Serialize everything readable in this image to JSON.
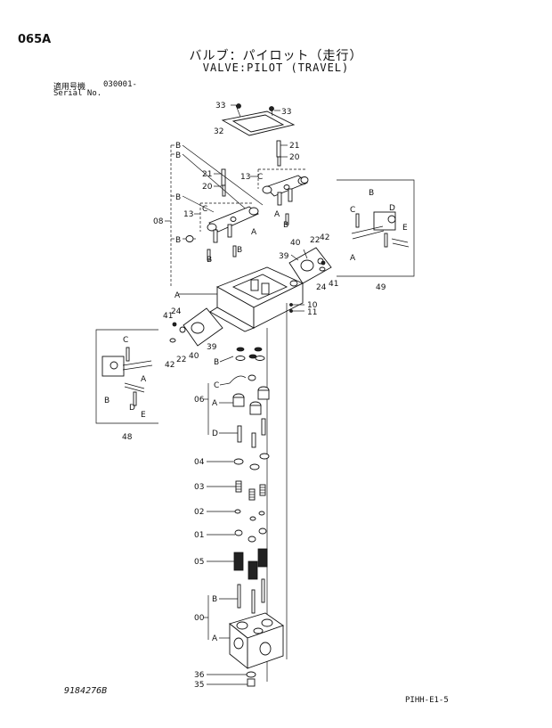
{
  "header": {
    "page_code": "065A",
    "title_jp": "バルブ：パイロット（走行）",
    "title_en": "VALVE:PILOT (TRAVEL)",
    "serial_label_jp": "適用号機",
    "serial_value": "030001-",
    "serial_label_en": "Serial No."
  },
  "callouts": {
    "p00": "00",
    "p01": "01",
    "p02": "02",
    "p03": "03",
    "p04": "04",
    "p05": "05",
    "p06": "06",
    "p08": "08",
    "p10": "10",
    "p11": "11",
    "p13a": "13",
    "p13b": "13",
    "p20a": "20",
    "p20b": "20",
    "p21a": "21",
    "p21b": "21",
    "p22a": "22",
    "p22b": "22",
    "p24a": "24",
    "p24b": "24",
    "p32": "32",
    "p33a": "33",
    "p33b": "33",
    "p35": "35",
    "p36": "36",
    "p39a": "39",
    "p39b": "39",
    "p40a": "40",
    "p40b": "40",
    "p41a": "41",
    "p41b": "41",
    "p42a": "42",
    "p42b": "42",
    "p48": "48",
    "p49": "49"
  },
  "letters": {
    "A": "A",
    "B": "B",
    "C": "C",
    "D": "D",
    "E": "E"
  },
  "footer": {
    "doc_number": "9184276B",
    "page_ref": "PIHH-E1-5"
  }
}
